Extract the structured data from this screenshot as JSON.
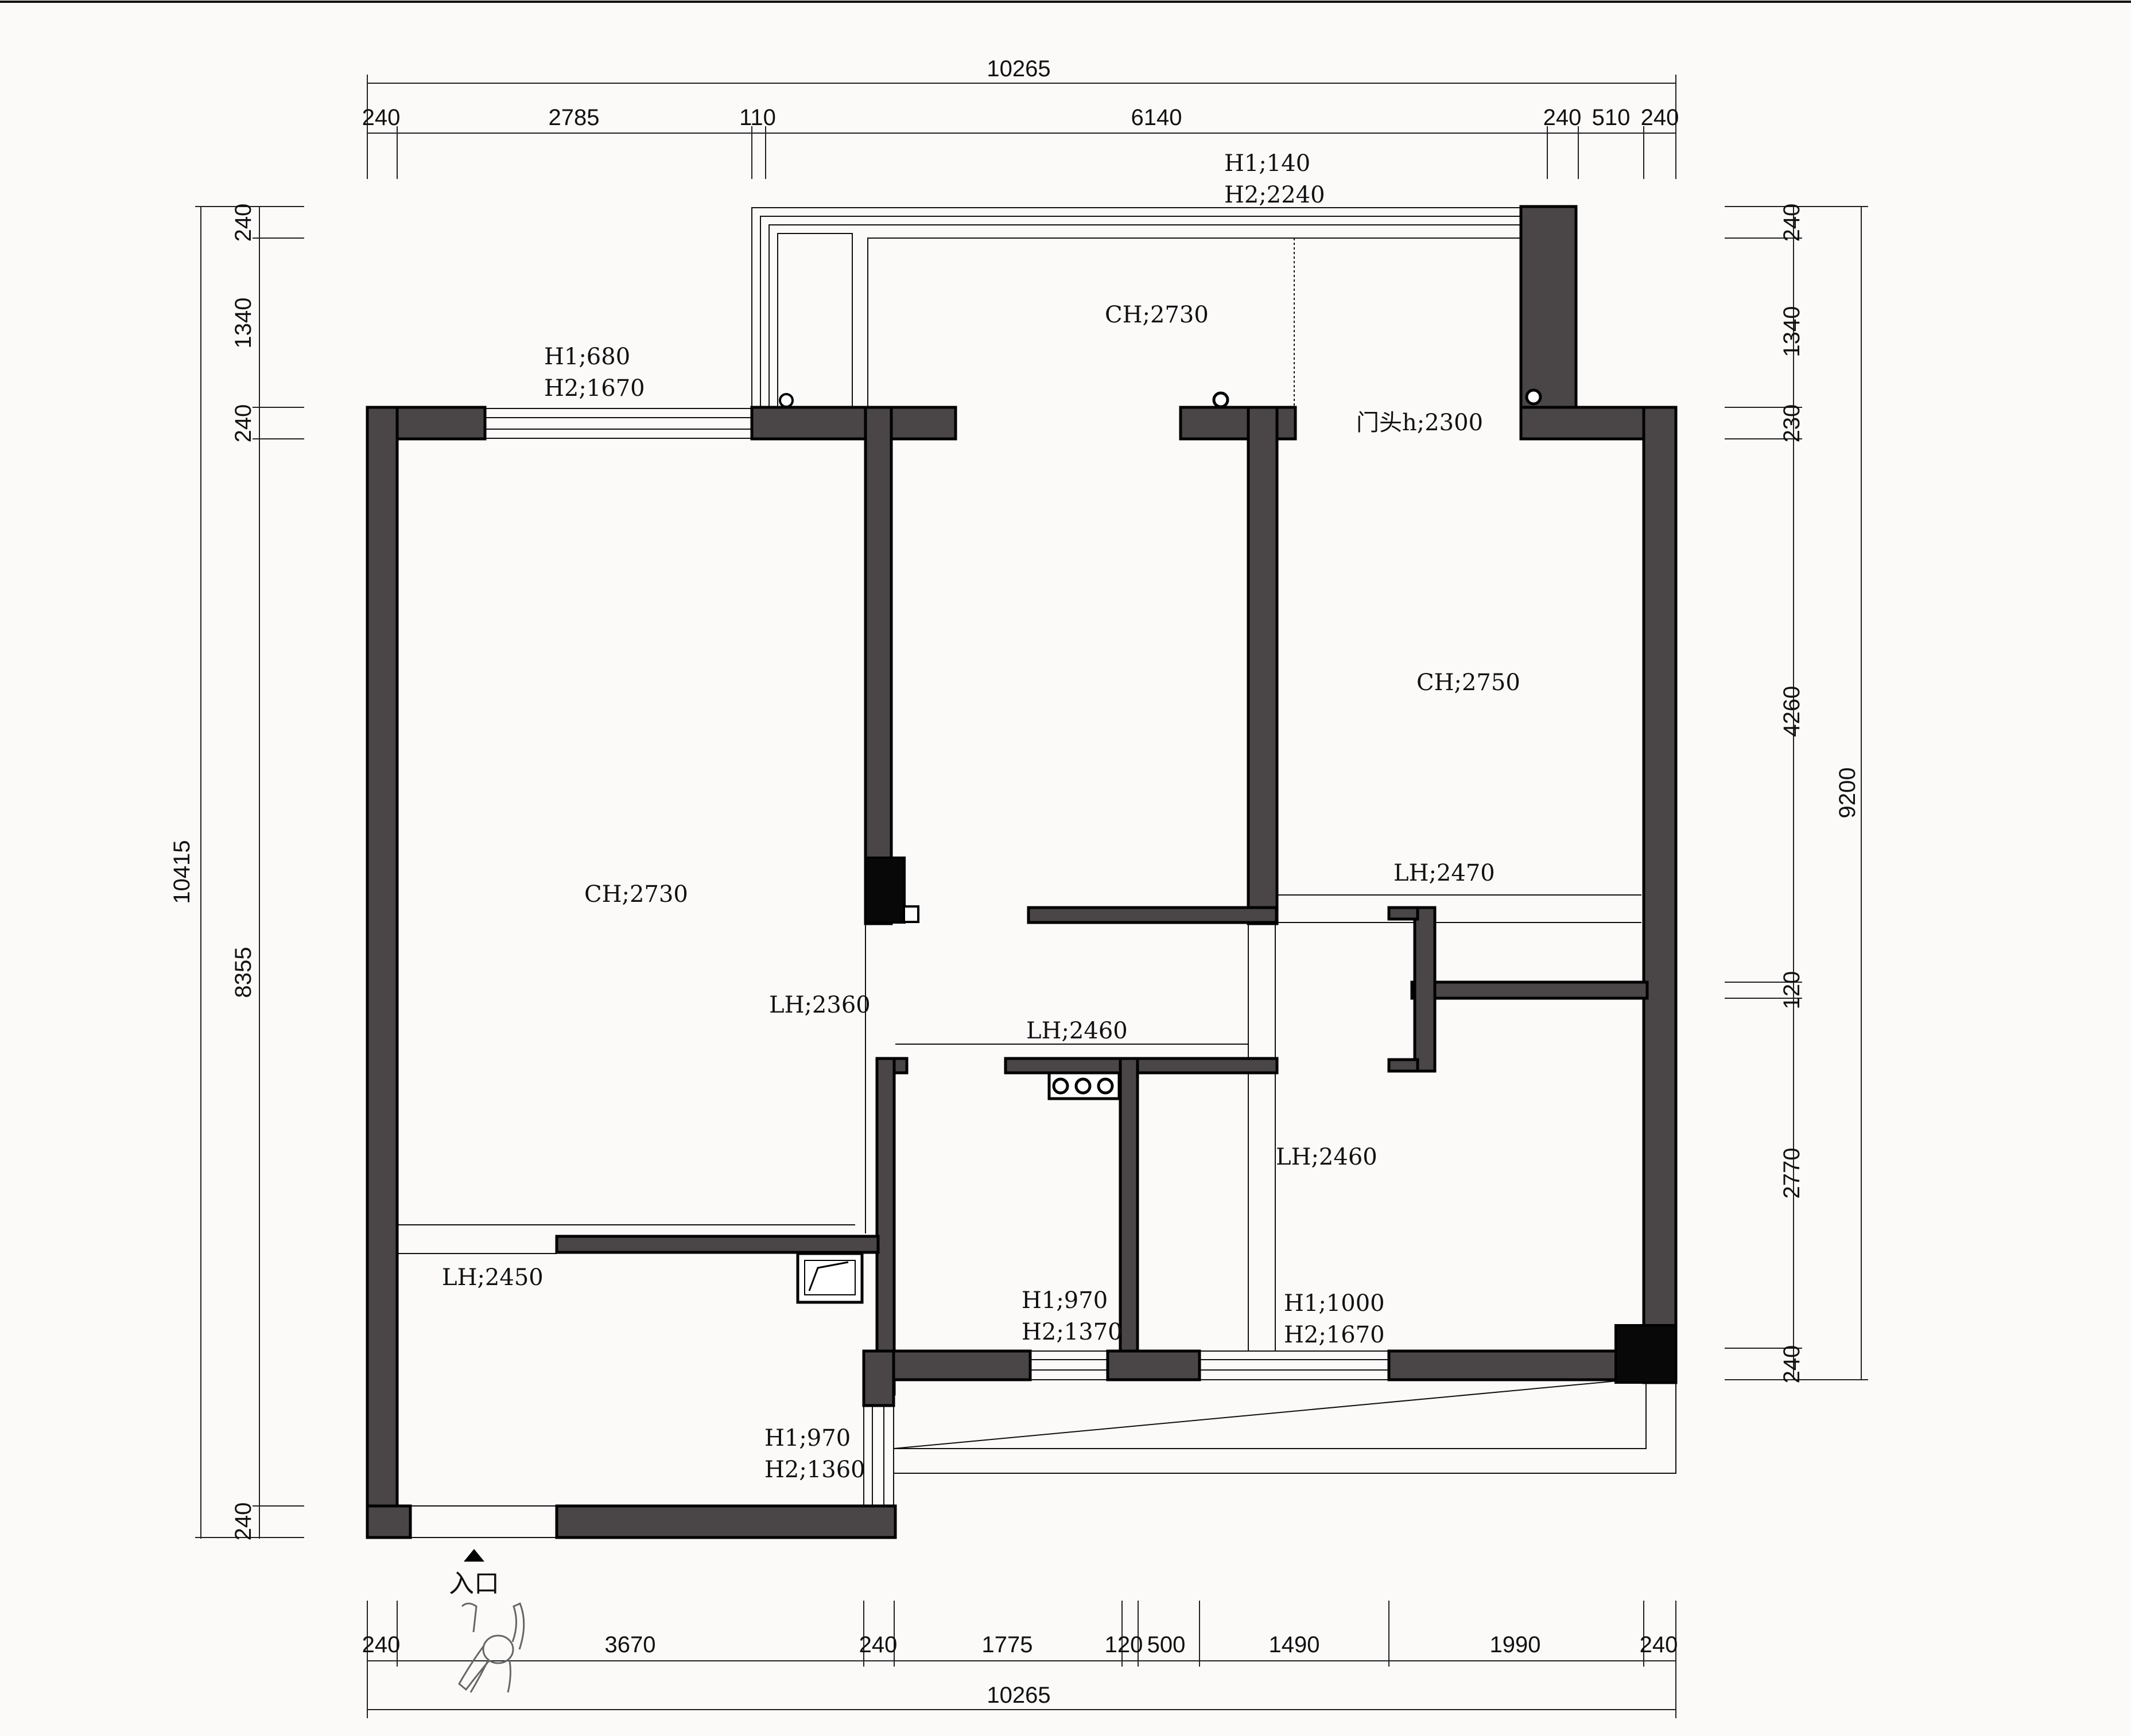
{
  "dimensions": {
    "top_total": "10265",
    "top": [
      "240",
      "2785",
      "110",
      "6140",
      "240",
      "510",
      "240"
    ],
    "bottom": [
      "240",
      "3670",
      "240",
      "1775",
      "120",
      "500",
      "1490",
      "1990",
      "240"
    ],
    "bottom_total": "10265",
    "left_total": "10415",
    "left": [
      "240",
      "1340",
      "240",
      "8355",
      "240"
    ],
    "right": [
      "240",
      "1340",
      "230",
      "4260",
      "120",
      "2770",
      "240"
    ],
    "right_total": "9200"
  },
  "annotations": {
    "balcony_h1": "H1;140",
    "balcony_h2": "H2;2240",
    "balcony_ch": "CH;2730",
    "window_top_h1": "H1;680",
    "window_top_h2": "H2;1670",
    "door_head": "门头h;2300",
    "living_ch": "CH;2730",
    "bedroom_ch": "CH;2750",
    "beam_2470": "LH;2470",
    "beam_2360": "LH;2360",
    "beam_2460_a": "LH;2460",
    "beam_2460_b": "LH;2460",
    "beam_2450": "LH;2450",
    "window_kitchen_h1": "H1;970",
    "window_kitchen_h2": "H2;1370",
    "window_bed_h1": "H1;1000",
    "window_bed_h2": "H2;1670",
    "window_bottom_h1": "H1;970",
    "window_bottom_h2": "H2;1360"
  },
  "entrance": {
    "label": "入口"
  }
}
